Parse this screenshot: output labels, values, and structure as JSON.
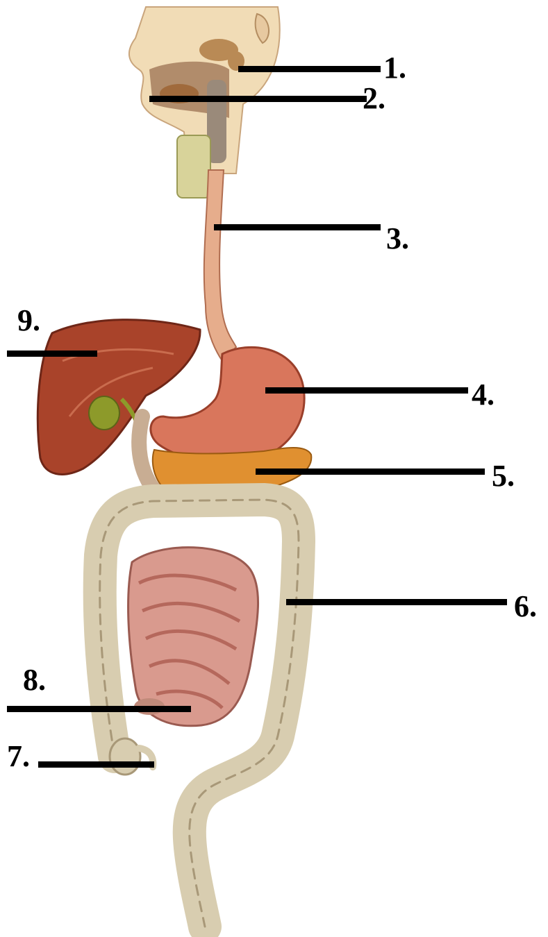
{
  "diagram": {
    "labels": [
      {
        "id": "1",
        "text": "1."
      },
      {
        "id": "2",
        "text": "2."
      },
      {
        "id": "3",
        "text": "3."
      },
      {
        "id": "4",
        "text": "4."
      },
      {
        "id": "5",
        "text": "5."
      },
      {
        "id": "6",
        "text": "6."
      },
      {
        "id": "7",
        "text": "7."
      },
      {
        "id": "8",
        "text": "8."
      },
      {
        "id": "9",
        "text": "9."
      }
    ]
  },
  "colors": {
    "background": "#ffffff",
    "leader_line": "#000000",
    "label_text": "#000000",
    "head_skin": "#f1dcb6",
    "esophagus": "#e6ad8c",
    "stomach": "#d9765c",
    "pancreas": "#e09030",
    "liver": "#a9432a",
    "gallbladder": "#8d9a2a",
    "small_intestine": "#d99a8e",
    "large_intestine": "#d8cdb0"
  }
}
